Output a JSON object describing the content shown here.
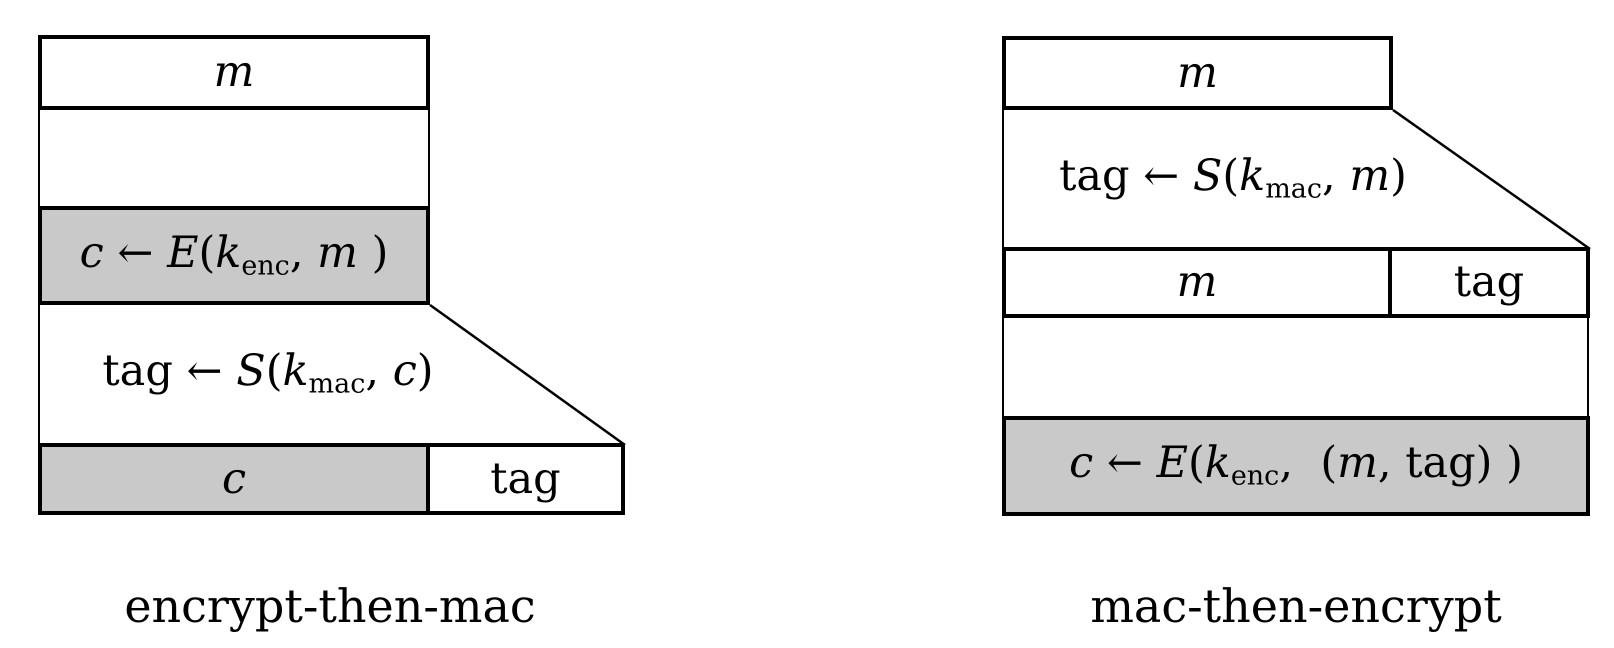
{
  "colors": {
    "line": "#000000",
    "gray_fill": "#c9c9c9",
    "background": "#ffffff"
  },
  "left": {
    "caption": "encrypt-then-mac",
    "top_label": [
      {
        "s": "it",
        "v": "m"
      }
    ],
    "enc_expr": [
      {
        "s": "it",
        "v": "c"
      },
      {
        "s": "rm",
        "v": " ← "
      },
      {
        "s": "it",
        "v": "E"
      },
      {
        "s": "rm",
        "v": "("
      },
      {
        "s": "it",
        "v": "k"
      },
      {
        "s": "sub",
        "v": "enc"
      },
      {
        "s": "rm",
        "v": ", "
      },
      {
        "s": "it",
        "v": "m"
      },
      {
        "s": "rm",
        "v": " )"
      }
    ],
    "mac_expr": [
      {
        "s": "rm",
        "v": "tag ← "
      },
      {
        "s": "it",
        "v": "S"
      },
      {
        "s": "rm",
        "v": "("
      },
      {
        "s": "it",
        "v": "k"
      },
      {
        "s": "sub",
        "v": "mac"
      },
      {
        "s": "rm",
        "v": ", "
      },
      {
        "s": "it",
        "v": "c"
      },
      {
        "s": "rm",
        "v": ")"
      }
    ],
    "output_c": [
      {
        "s": "it",
        "v": "c"
      }
    ],
    "output_tag": [
      {
        "s": "rm",
        "v": "tag"
      }
    ]
  },
  "right": {
    "caption": "mac-then-encrypt",
    "top_label": [
      {
        "s": "it",
        "v": "m"
      }
    ],
    "mac_expr": [
      {
        "s": "rm",
        "v": "tag ← "
      },
      {
        "s": "it",
        "v": "S"
      },
      {
        "s": "rm",
        "v": "("
      },
      {
        "s": "it",
        "v": "k"
      },
      {
        "s": "sub",
        "v": "mac"
      },
      {
        "s": "rm",
        "v": ", "
      },
      {
        "s": "it",
        "v": "m"
      },
      {
        "s": "rm",
        "v": ")"
      }
    ],
    "mid_m": [
      {
        "s": "it",
        "v": "m"
      }
    ],
    "mid_tag": [
      {
        "s": "rm",
        "v": "tag"
      }
    ],
    "enc_expr": [
      {
        "s": "it",
        "v": "c"
      },
      {
        "s": "rm",
        "v": " ← "
      },
      {
        "s": "it",
        "v": "E"
      },
      {
        "s": "rm",
        "v": "("
      },
      {
        "s": "it",
        "v": "k"
      },
      {
        "s": "sub",
        "v": "enc"
      },
      {
        "s": "rm",
        "v": ",  ("
      },
      {
        "s": "it",
        "v": "m"
      },
      {
        "s": "rm",
        "v": ", tag) )"
      }
    ]
  }
}
